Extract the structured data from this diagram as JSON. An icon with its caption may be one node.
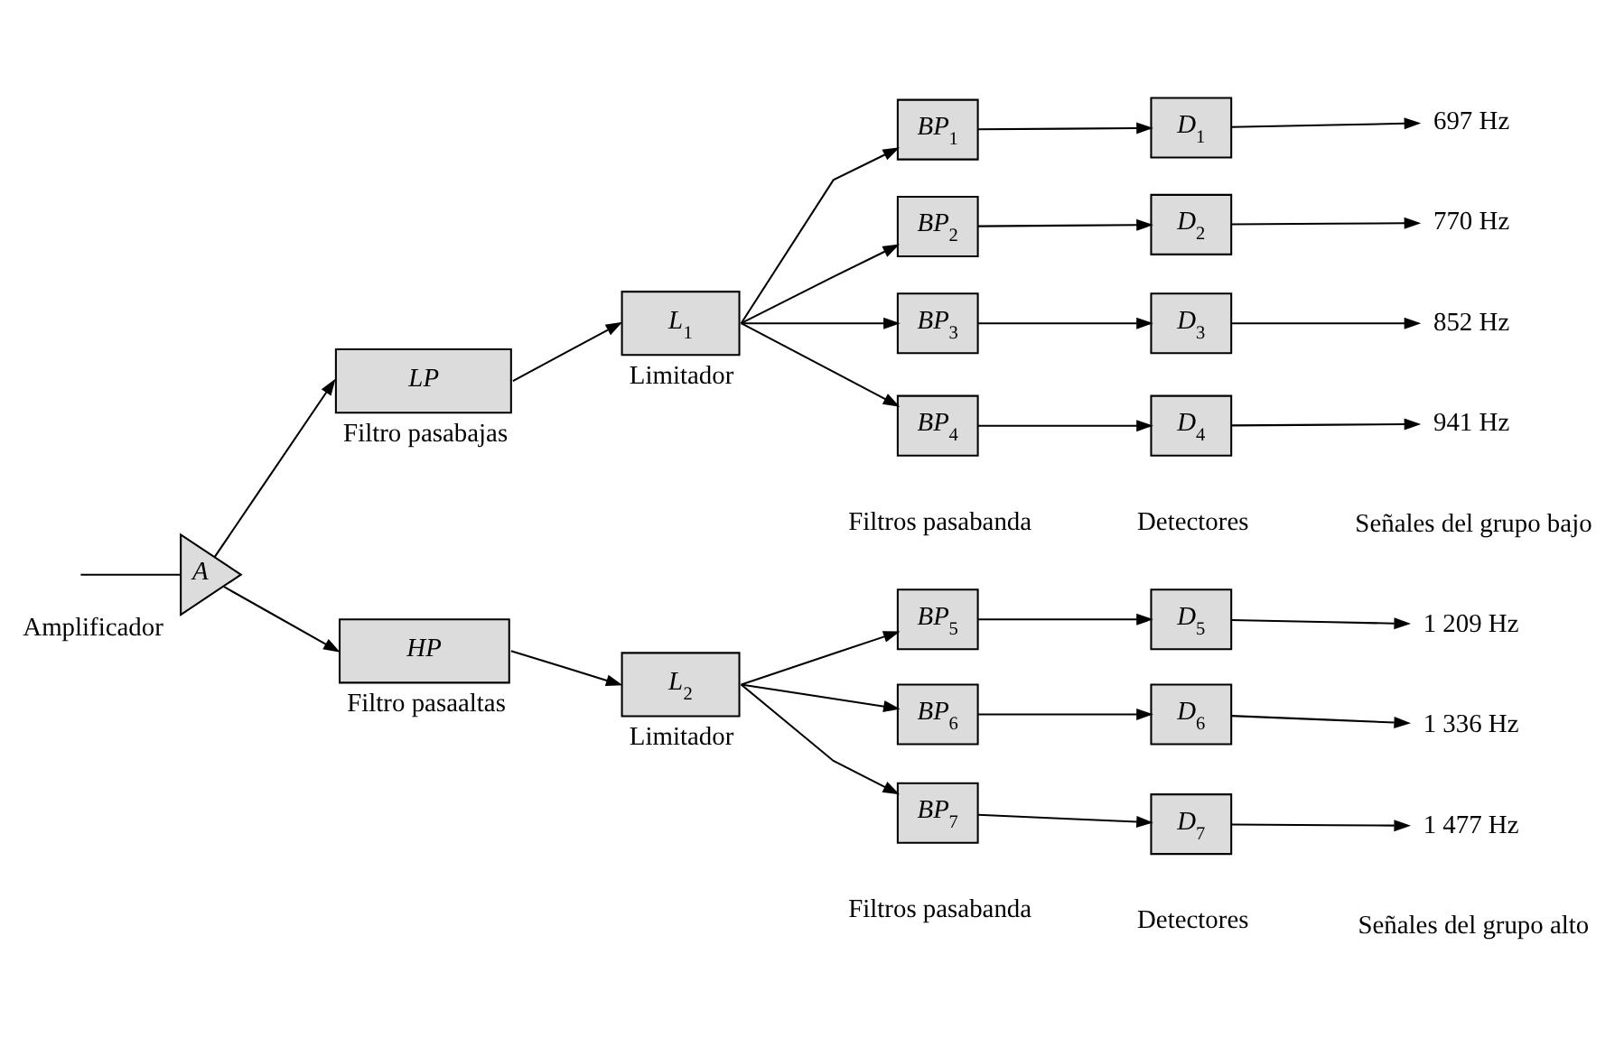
{
  "diagram": {
    "nodes": [
      {
        "text": [
          "A"
        ],
        "beside": [
          "Amplificador"
        ]
      },
      {
        "text": [
          "LP"
        ],
        "beside": [
          "Filtro pasabajas"
        ]
      },
      {
        "text": [
          "L$_{1}$"
        ],
        "beside": [
          "Limitador"
        ]
      },
      {
        "text": [
          "HP"
        ],
        "beside": [
          "Filtro pasaaltas"
        ]
      },
      {
        "text": [
          "L$_{2}$"
        ],
        "beside": [
          "Limitador"
        ]
      },
      {
        "text": [
          "BP$_{1}$"
        ]
      },
      {
        "text": [
          "BP$_{2}$"
        ]
      },
      {
        "text": [
          "BP$_{3}$"
        ]
      },
      {
        "text": [
          "BP$_{4}$"
        ]
      },
      {
        "text": [
          "BP$_{5}$"
        ]
      },
      {
        "text": [
          "BP$_{6}$"
        ]
      },
      {
        "text": [
          "BP$_{7}$"
        ]
      },
      {
        "text": [
          "D$_{1}$"
        ]
      },
      {
        "text": [
          "D$_{2}$"
        ]
      },
      {
        "text": [
          "D$_{3}$"
        ]
      },
      {
        "text": [
          "D$_{4}$"
        ]
      },
      {
        "text": [
          "D$_{5}$"
        ]
      },
      {
        "text": [
          "D$_{6}$"
        ]
      },
      {
        "text": [
          "D$_{7}$"
        ]
      },
      {
        "text": [
          "697 Hz"
        ]
      },
      {
        "text": [
          "770 Hz"
        ]
      },
      {
        "text": [
          "852 Hz"
        ]
      },
      {
        "text": [
          "941 Hz"
        ]
      },
      {
        "text": [
          "1 209 Hz"
        ]
      },
      {
        "text": [
          "1 336 Hz"
        ]
      },
      {
        "text": [
          "1 477 Hz"
        ]
      }
    ],
    "edges": [
      {
        "from": null,
        "to": 0,
        "arrow": "none"
      },
      {
        "from": 0,
        "to": 1,
        "arrow": "to"
      },
      {
        "from": 0,
        "to": 3,
        "arrow": "to"
      },
      {
        "from": 1,
        "to": 2,
        "arrow": "to"
      },
      {
        "from": 3,
        "to": 4,
        "arrow": "to"
      },
      {
        "from": 2,
        "to": 5,
        "arrow": "to"
      },
      {
        "from": 2,
        "to": 6,
        "arrow": "to"
      },
      {
        "from": 2,
        "to": 7,
        "arrow": "to"
      },
      {
        "from": 2,
        "to": 8,
        "arrow": "to"
      },
      {
        "from": 4,
        "to": 9,
        "arrow": "to"
      },
      {
        "from": 4,
        "to": 10,
        "arrow": "to"
      },
      {
        "from": 4,
        "to": 11,
        "arrow": "to"
      },
      {
        "from": 5,
        "to": 12,
        "arrow": "to"
      },
      {
        "from": 6,
        "to": 13,
        "arrow": "to"
      },
      {
        "from": 7,
        "to": 14,
        "arrow": "to"
      },
      {
        "from": 8,
        "to": 15,
        "arrow": "to"
      },
      {
        "from": 9,
        "to": 16,
        "arrow": "to"
      },
      {
        "from": 10,
        "to": 17,
        "arrow": "to"
      },
      {
        "from": 11,
        "to": 18,
        "arrow": "to"
      },
      {
        "from": 12,
        "to": 19,
        "arrow": "to"
      },
      {
        "from": 13,
        "to": 20,
        "arrow": "to"
      },
      {
        "from": 14,
        "to": 21,
        "arrow": "to"
      },
      {
        "from": 15,
        "to": 22,
        "arrow": "to"
      },
      {
        "from": 16,
        "to": 23,
        "arrow": "to"
      },
      {
        "from": 17,
        "to": 24,
        "arrow": "to"
      },
      {
        "from": 18,
        "to": 25,
        "arrow": "to"
      }
    ],
    "labels": [
      "Filtros pasabanda",
      "Detectores",
      "Señales del grupo bajo",
      "Filtros pasabanda",
      "Detectores",
      "Señales del grupo alto"
    ]
  }
}
